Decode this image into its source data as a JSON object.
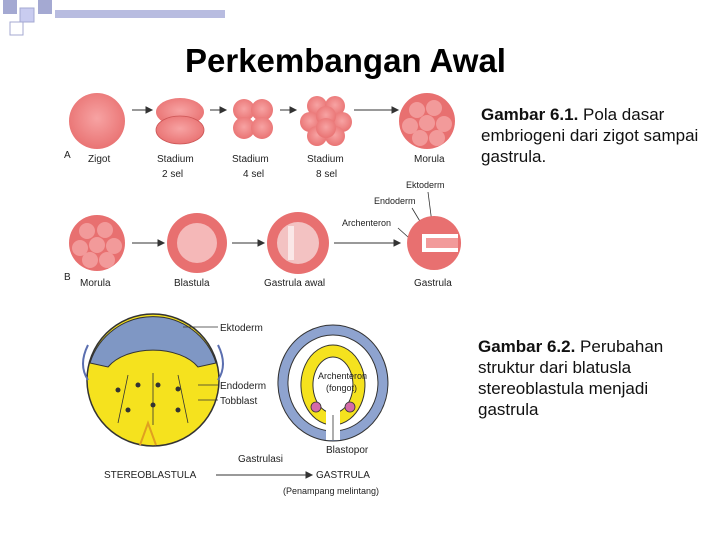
{
  "title": "Perkembangan Awal",
  "caption1": {
    "label": "Gambar 6.1.",
    "text": " Pola dasar embriogeni dari zigot sampai gastrula."
  },
  "caption2": {
    "label": "Gambar 6.2.",
    "text": " Perubahan struktur dari blatusla stereoblastula menjadi gastrula"
  },
  "fig1": {
    "row_a_letter": "A",
    "row_b_letter": "B",
    "stages_a": [
      {
        "name": "Zigot",
        "sub": ""
      },
      {
        "name": "Stadium",
        "sub": "2 sel"
      },
      {
        "name": "Stadium",
        "sub": "4 sel"
      },
      {
        "name": "Stadium",
        "sub": "8 sel"
      },
      {
        "name": "Morula",
        "sub": ""
      }
    ],
    "stages_b": [
      "Morula",
      "Blastula",
      "Gastrula awal",
      "Gastrula"
    ],
    "callouts": [
      "Ektoderm",
      "Endoderm",
      "Archenteron"
    ]
  },
  "fig2": {
    "ektoderm": "Ektoderm",
    "endoderm": "Endoderm",
    "tobblast": "Tobblast",
    "gastrulasi": "Gastrulasi",
    "archenteron": "Archenteron",
    "archenteron_sub": "(fongot)",
    "blastopor": "Blastopor",
    "stereoblastula": "STEREOBLASTULA",
    "gastrula": "GASTRULA",
    "gastrula_sub": "(Penampang melintang)"
  },
  "colors": {
    "squares": "#9aa0ca",
    "cell": "#f08585",
    "yolk": "#f5e21e",
    "ecto": "#7f97c4"
  }
}
